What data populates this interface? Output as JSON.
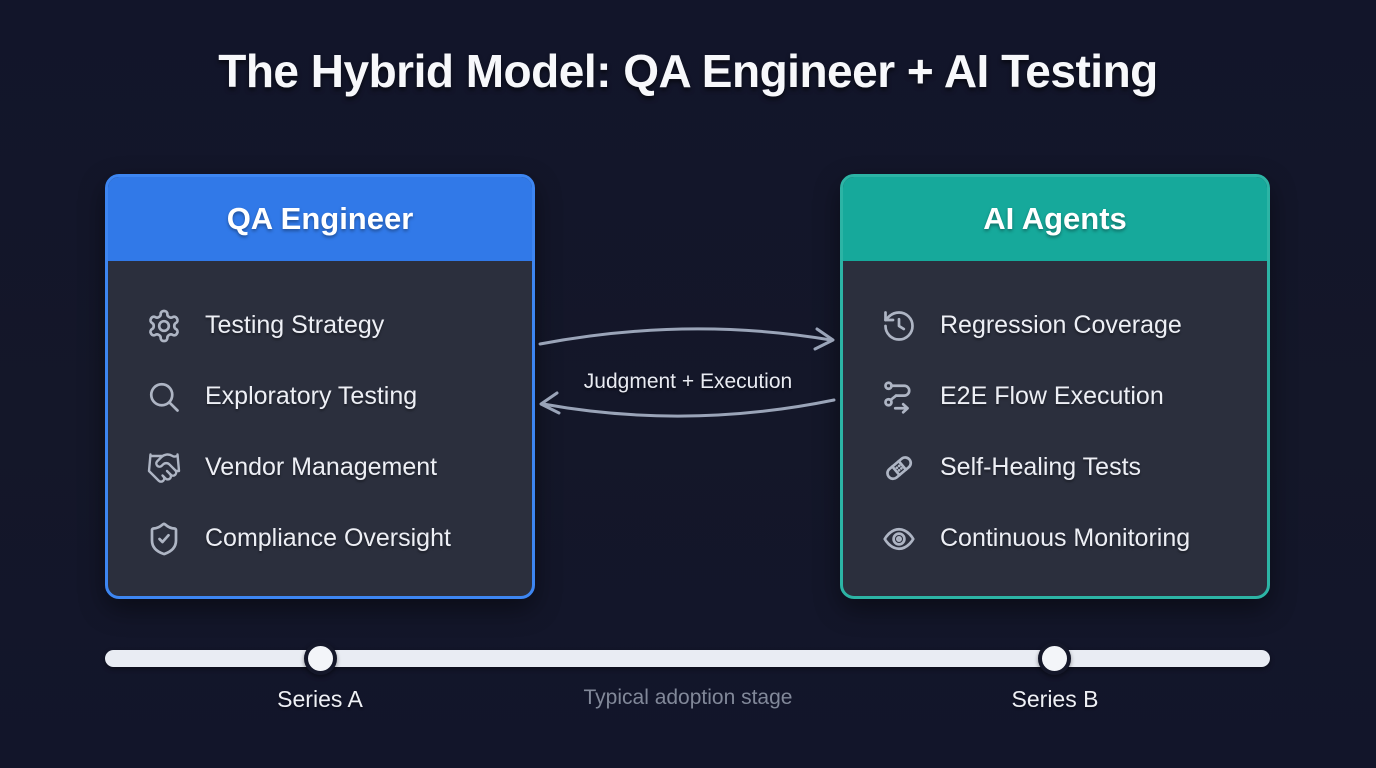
{
  "title": "The Hybrid Model: QA Engineer + AI Testing",
  "left_card": {
    "header": "QA Engineer",
    "accent_color": "#3179e8",
    "border_color": "#3d86f2",
    "items": [
      {
        "icon": "gear-icon",
        "label": "Testing Strategy"
      },
      {
        "icon": "search-icon",
        "label": "Exploratory Testing"
      },
      {
        "icon": "handshake-icon",
        "label": "Vendor Management"
      },
      {
        "icon": "shield-check-icon",
        "label": "Compliance Oversight"
      }
    ]
  },
  "right_card": {
    "header": "AI Agents",
    "accent_color": "#16a99b",
    "border_color": "#2cb4a5",
    "items": [
      {
        "icon": "history-icon",
        "label": "Regression Coverage"
      },
      {
        "icon": "route-icon",
        "label": "E2E Flow Execution"
      },
      {
        "icon": "bandage-icon",
        "label": "Self-Healing Tests"
      },
      {
        "icon": "eye-icon",
        "label": "Continuous Monitoring"
      }
    ]
  },
  "connector": {
    "label": "Judgment + Execution",
    "arrow_color": "#9aa4b8"
  },
  "timeline": {
    "marker_a_label": "Series A",
    "caption": "Typical adoption stage",
    "marker_b_label": "Series B",
    "track_color": "#e9ecf3"
  },
  "background_color": "#141729"
}
